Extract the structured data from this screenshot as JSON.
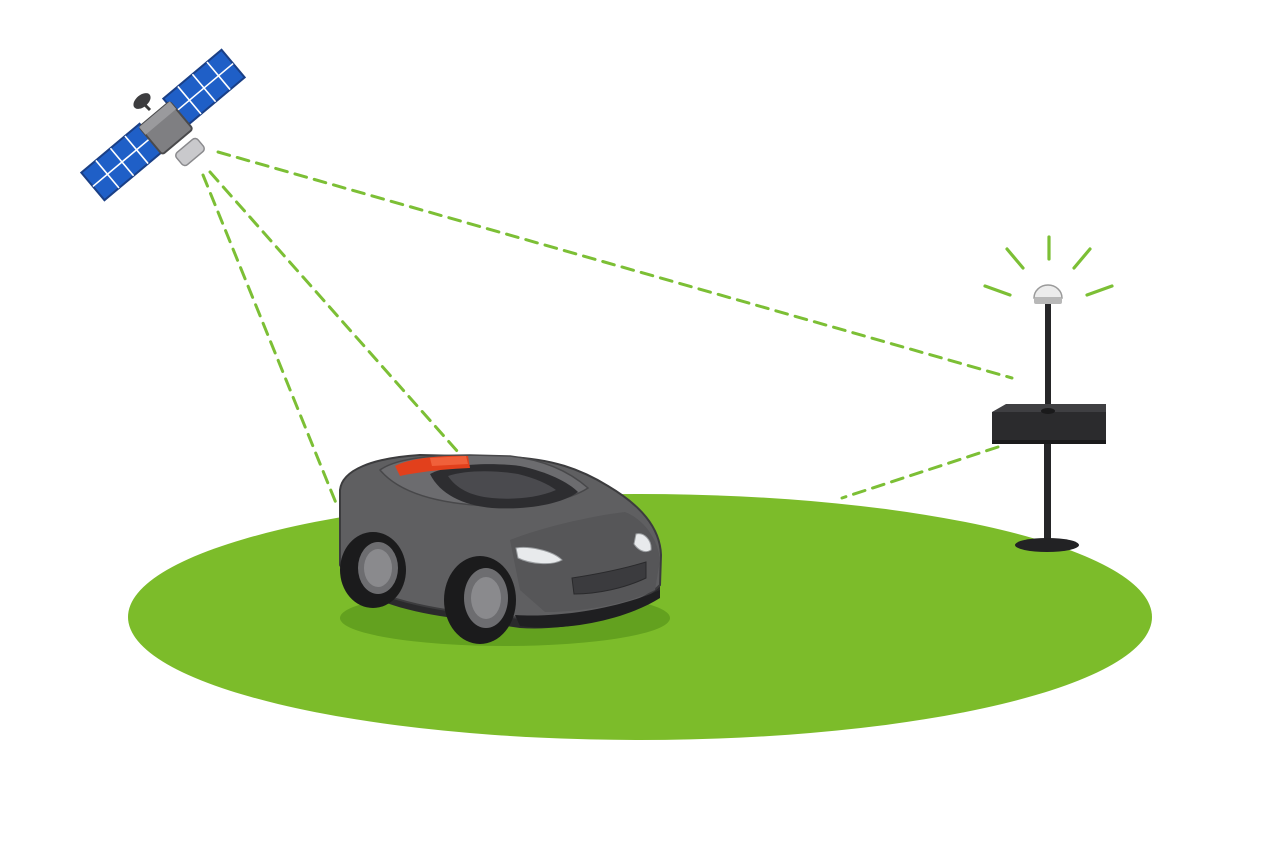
{
  "diagram": {
    "elements": [
      {
        "id": "satellite",
        "icon": "satellite-icon"
      },
      {
        "id": "robotic-mower",
        "icon": "robot-mower-icon"
      },
      {
        "id": "rtk-base-station",
        "icon": "antenna-icon"
      },
      {
        "id": "lawn",
        "icon": "lawn-area"
      }
    ],
    "links": [
      {
        "from": "satellite",
        "to": "robotic-mower",
        "style": "dashed"
      },
      {
        "from": "satellite",
        "to": "rtk-base-station",
        "style": "dashed"
      },
      {
        "from": "rtk-base-station",
        "to": "robotic-mower",
        "style": "dashed"
      }
    ]
  },
  "colors": {
    "background": "#ffffff",
    "lawn": "#7cbc2a",
    "signal": "#7cbf35",
    "mower_body": "#5f5f61",
    "mower_accent": "#e2401c",
    "solar_panel": "#1f5fc7",
    "station": "#2b2b2d"
  }
}
